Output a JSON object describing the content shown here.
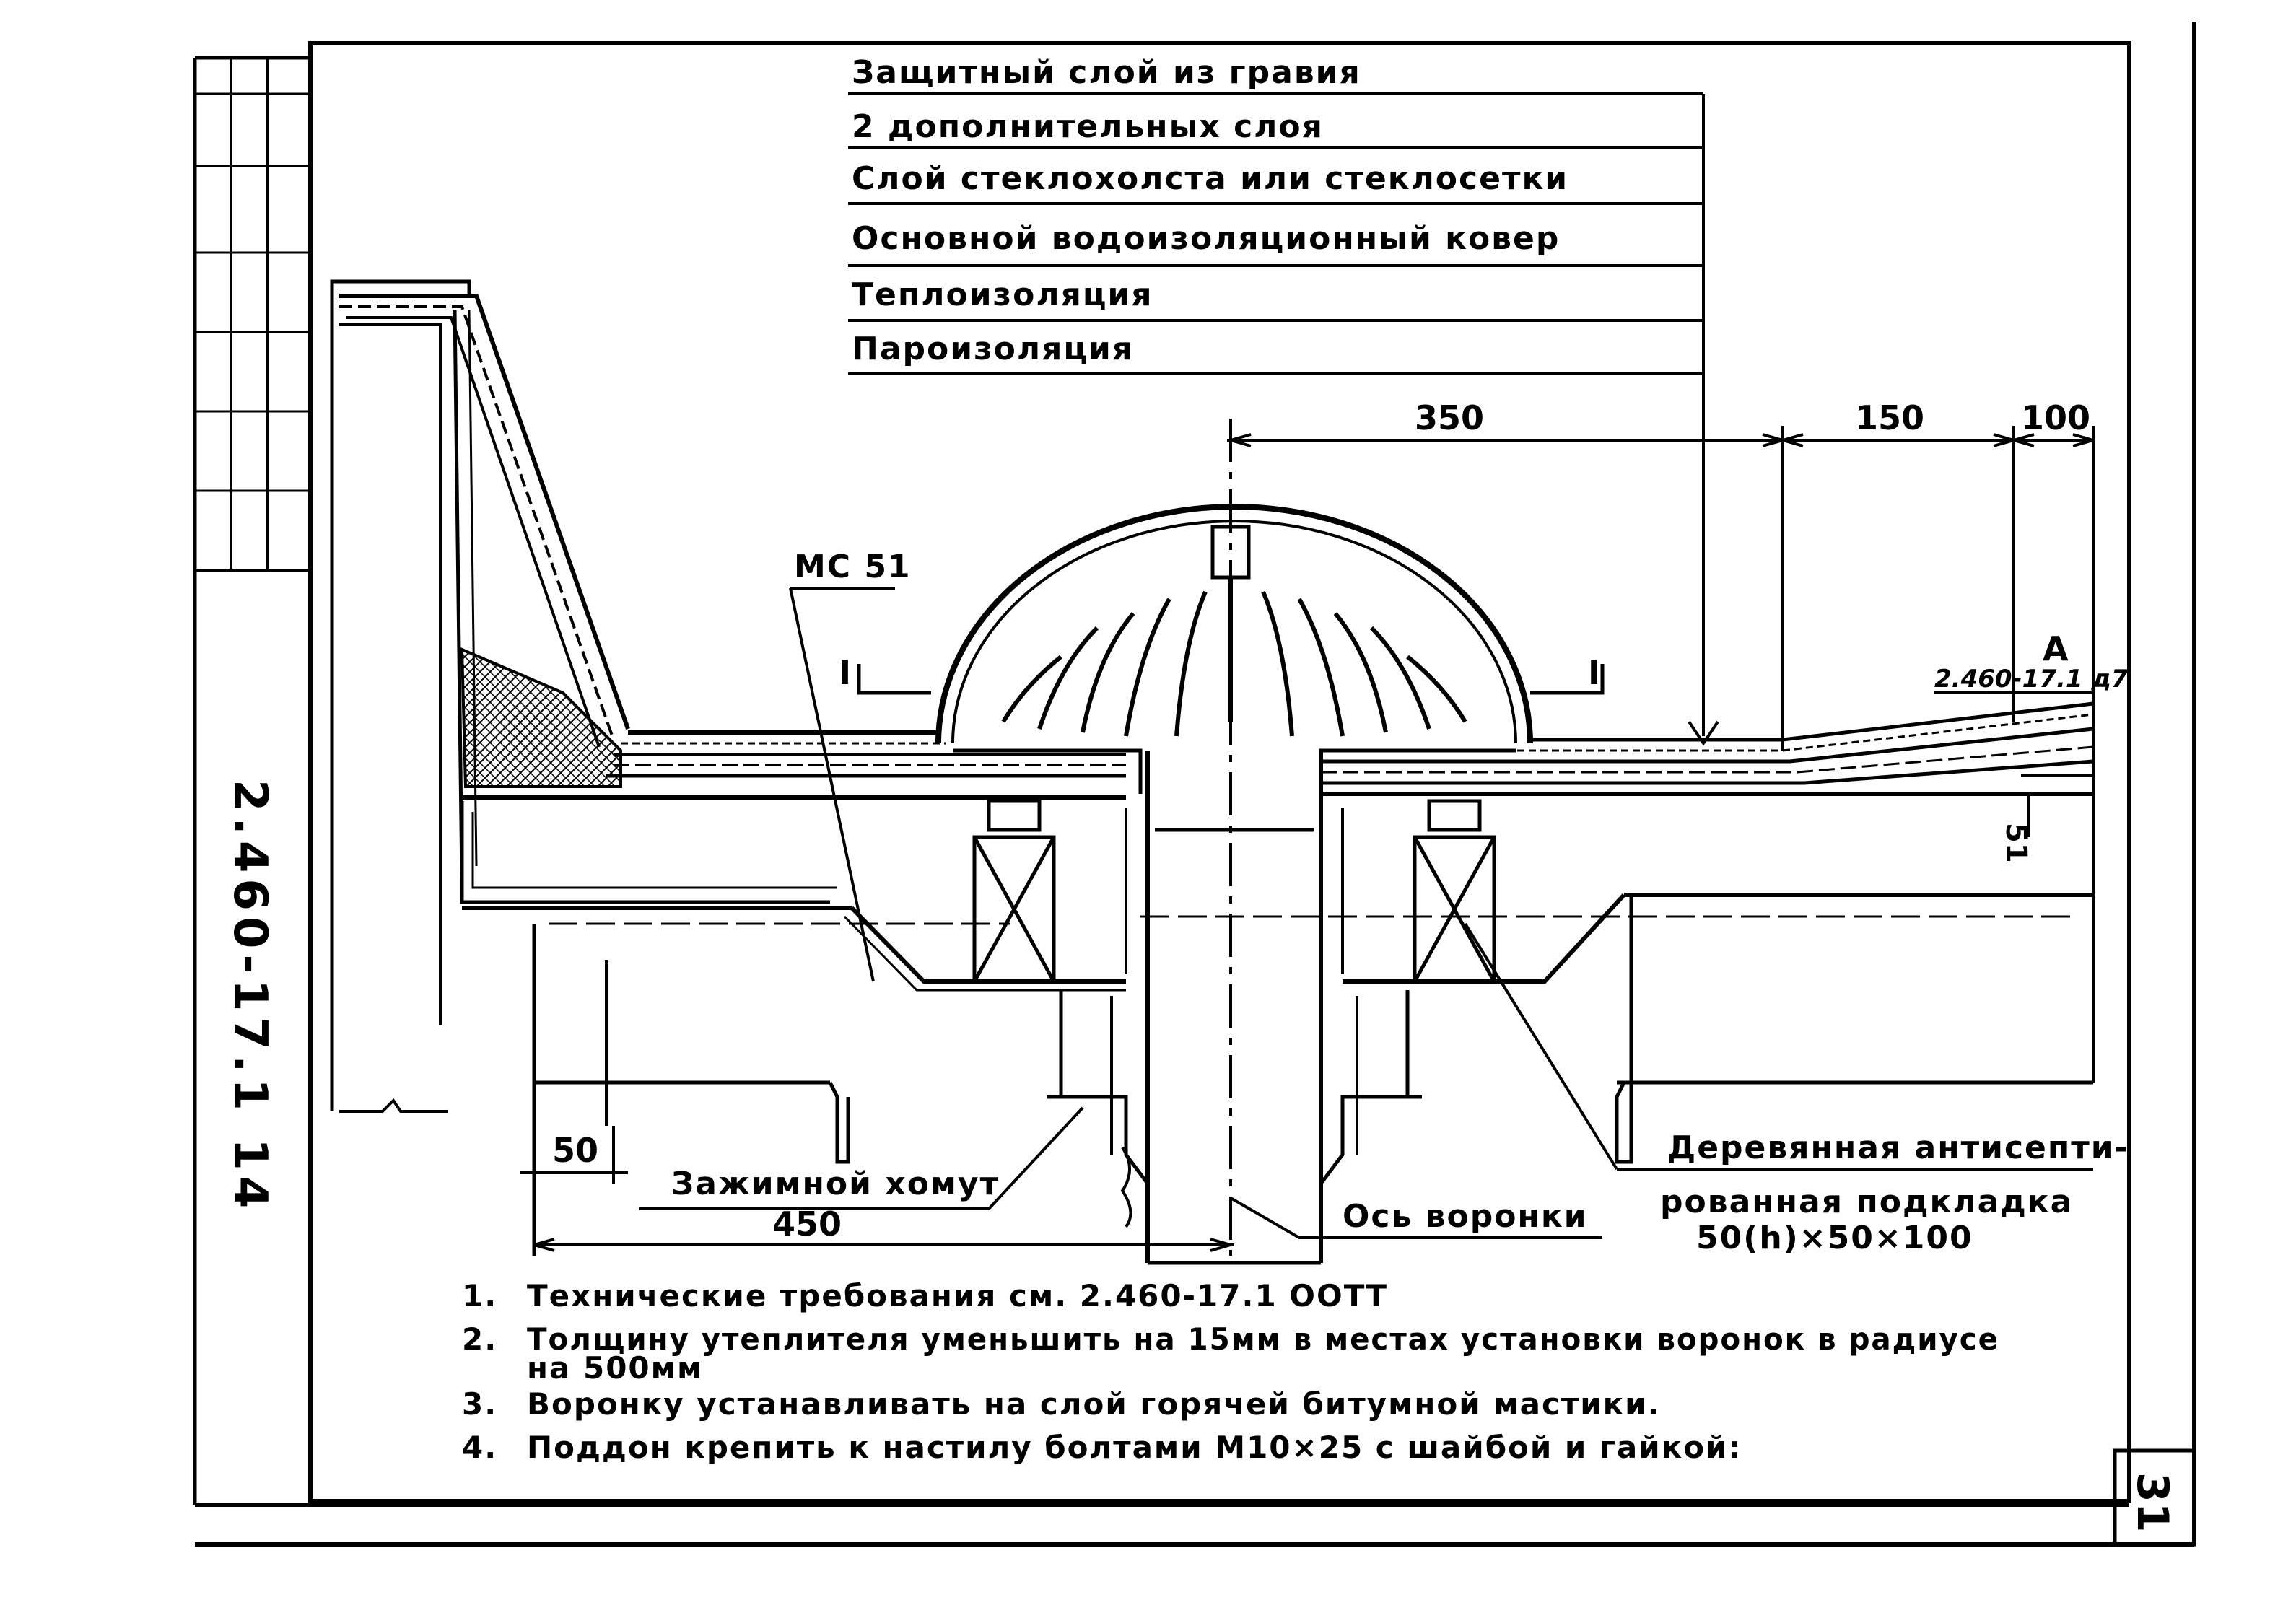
{
  "layers": [
    "Защитный слой из гравия",
    "2 дополнительных слоя",
    "Слой стеклохолста или стеклосетки",
    "Основной водоизоляционный ковер",
    "Теплоизоляция",
    "Пароизоляция"
  ],
  "labels": {
    "mastic": "МС 51",
    "cut_left": "I",
    "cut_right": "I",
    "ref_mark": "А",
    "ref_doc": "2.460-17.1 д7",
    "clamp": "Зажимной хомут",
    "axis": "Ось воронки",
    "pad_line1": "Деревянная антисепти-",
    "pad_line2": "рованная подкладка",
    "pad_line3": "50(h)×50×100"
  },
  "dimensions": {
    "d350": "350",
    "d150": "150",
    "d100": "100",
    "d50": "50",
    "d450": "450",
    "d51": "51"
  },
  "side_stamp": "2.460-17.1 14",
  "sheet_number": "31",
  "notes": [
    {
      "num": "1.",
      "text": "Технические требования см. 2.460-17.1 ООТТ"
    },
    {
      "num": "2.",
      "text": "Толщину утеплителя уменьшить на 15мм в местах установки воронок в радиусе"
    },
    {
      "num": "",
      "text": "на 500мм"
    },
    {
      "num": "3.",
      "text": "Воронку устанавливать на слой горячей битумной мастики."
    },
    {
      "num": "4.",
      "text": "Поддон крепить к настилу болтами М10×25 с шайбой и гайкой:"
    }
  ]
}
